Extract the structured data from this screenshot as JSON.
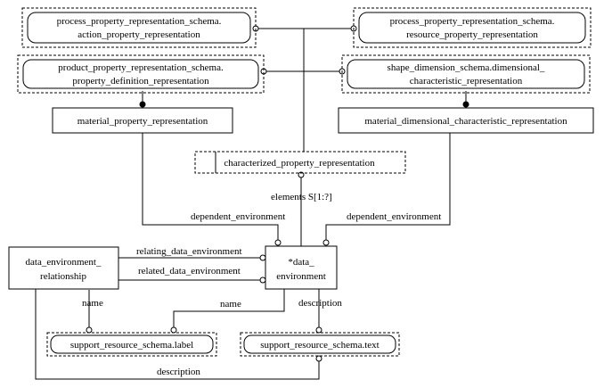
{
  "entities": {
    "action_prop_l1": "process_property_representation_schema.",
    "action_prop_l2": "action_property_representation",
    "resource_prop_l1": "process_property_representation_schema.",
    "resource_prop_l2": "resource_property_representation",
    "property_def_l1": "product_property_representation_schema.",
    "property_def_l2": "property_definition_representation",
    "dim_char_l1": "shape_dimension_schema.dimensional_",
    "dim_char_l2": "characteristic_representation",
    "material_prop": "material_property_representation",
    "material_dim": "material_dimensional_characteristic_representation",
    "characterized": "characterized_property_representation",
    "relationship_l1": "data_environment_",
    "relationship_l2": "relationship",
    "data_env_l1": "*data_",
    "data_env_l2": "environment",
    "label_type": "support_resource_schema.label",
    "text_type": "support_resource_schema.text"
  },
  "relations": {
    "elements": "elements S[1:?]",
    "dep_env_left": "dependent_environment",
    "dep_env_right": "dependent_environment",
    "relating": "relating_data_environment",
    "related": "related_data_environment",
    "name_left": "name",
    "name_right": "name",
    "description_right": "description",
    "description_bottom": "description"
  }
}
